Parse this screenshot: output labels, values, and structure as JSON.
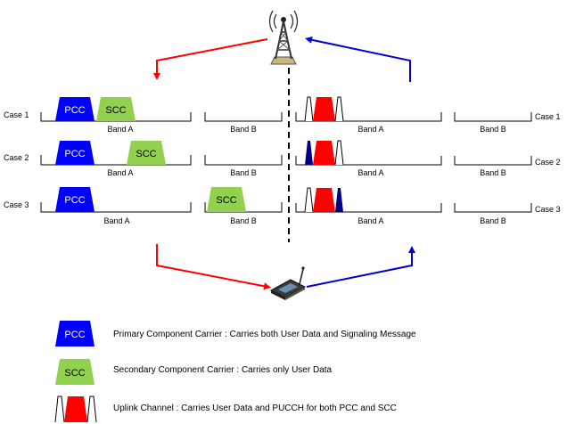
{
  "labels": {
    "pcc": "PCC",
    "scc": "SCC",
    "band_a": "Band A",
    "band_b": "Band B"
  },
  "cases": [
    "Case 1",
    "Case 2",
    "Case 3"
  ],
  "legend": {
    "pcc_text": "Primary Component Carrier : Carries both User Data and Signaling Message",
    "scc_text": "Secondary Component Carrier : Carries only User Data",
    "uplink_text": "Uplink Channel : Carries User Data and PUCCH for both PCC  and SCC"
  },
  "colors": {
    "pcc": "#0000ff",
    "scc": "#92d050",
    "uplink": "#ff0000",
    "pucch_dark": "#000080",
    "downlink_arrow": "#ff0000",
    "uplink_arrow": "#0000cc"
  },
  "icons": {
    "base_station": "cell-tower-icon",
    "device": "modem-device-icon"
  }
}
